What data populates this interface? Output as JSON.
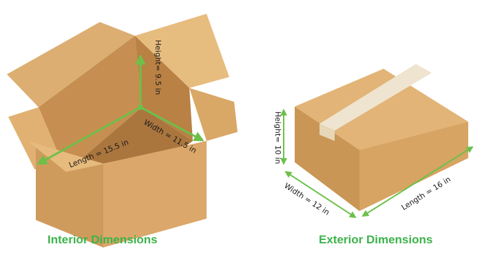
{
  "interior": {
    "height_label": "Height= 9.5 in",
    "width_label": "Width = 11.5 in",
    "length_label": "Length = 15.5 in",
    "caption": "Interior Dimensions"
  },
  "exterior": {
    "height_label": "Height= 10 in",
    "width_label": "Width = 12 in",
    "length_label": "Length = 16 in",
    "caption": "Exterior Dimensions"
  },
  "colors": {
    "accent_green": "#3cb34a",
    "arrow_green": "#6cc04a",
    "cardboard_light": "#e2b477",
    "cardboard_mid": "#d6a262",
    "cardboard_dark": "#c08a4c",
    "tape": "#efe4cf"
  }
}
